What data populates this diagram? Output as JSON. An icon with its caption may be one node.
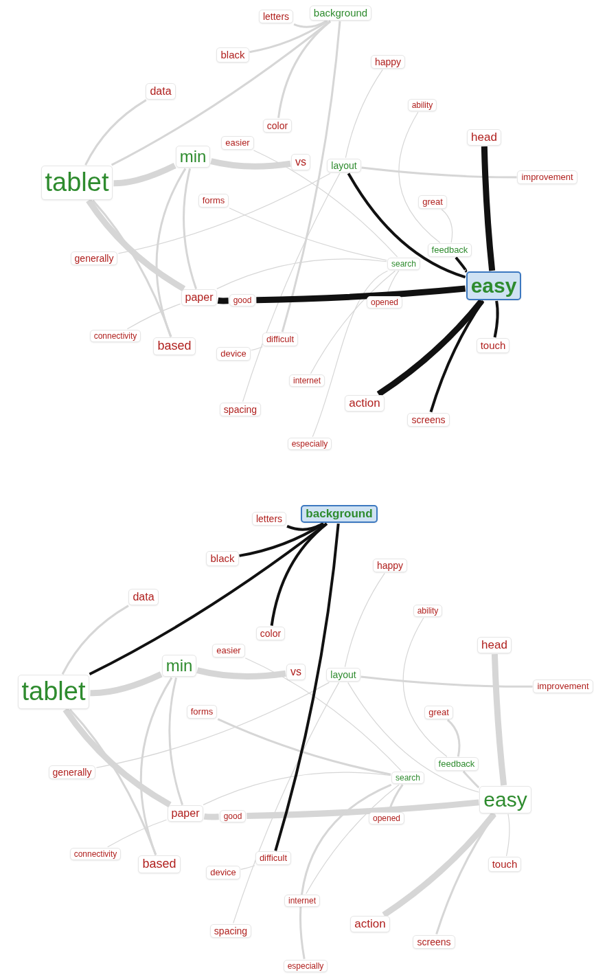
{
  "diagram": {
    "nodes": [
      {
        "text": [
          "letters"
        ]
      },
      {
        "text": [
          "background"
        ]
      },
      {
        "text": [
          "black"
        ]
      },
      {
        "text": [
          "happy"
        ]
      },
      {
        "text": [
          "data"
        ]
      },
      {
        "text": [
          "ability"
        ]
      },
      {
        "text": [
          "color"
        ]
      },
      {
        "text": [
          "easier"
        ]
      },
      {
        "text": [
          "min"
        ]
      },
      {
        "text": [
          "head"
        ]
      },
      {
        "text": [
          "tablet"
        ]
      },
      {
        "text": [
          "vs"
        ]
      },
      {
        "text": [
          "layout"
        ]
      },
      {
        "text": [
          "improvement"
        ]
      },
      {
        "text": [
          "forms"
        ]
      },
      {
        "text": [
          "great"
        ]
      },
      {
        "text": [
          "generally"
        ]
      },
      {
        "text": [
          "feedback"
        ]
      },
      {
        "text": [
          "search"
        ]
      },
      {
        "text": [
          "paper"
        ]
      },
      {
        "text": [
          "good"
        ]
      },
      {
        "text": [
          "opened"
        ]
      },
      {
        "text": [
          "easy"
        ]
      },
      {
        "text": [
          "connectivity"
        ]
      },
      {
        "text": [
          "based"
        ]
      },
      {
        "text": [
          "difficult"
        ]
      },
      {
        "text": [
          "touch"
        ]
      },
      {
        "text": [
          "device"
        ]
      },
      {
        "text": [
          "internet"
        ]
      },
      {
        "text": [
          "action"
        ]
      },
      {
        "text": [
          "spacing"
        ]
      },
      {
        "text": [
          "screens"
        ]
      },
      {
        "text": [
          "especially"
        ]
      },
      {
        "text": [
          "letters"
        ]
      },
      {
        "text": [
          "background"
        ]
      },
      {
        "text": [
          "black"
        ]
      },
      {
        "text": [
          "happy"
        ]
      },
      {
        "text": [
          "data"
        ]
      },
      {
        "text": [
          "ability"
        ]
      },
      {
        "text": [
          "color"
        ]
      },
      {
        "text": [
          "easier"
        ]
      },
      {
        "text": [
          "min"
        ]
      },
      {
        "text": [
          "head"
        ]
      },
      {
        "text": [
          "tablet"
        ]
      },
      {
        "text": [
          "vs"
        ]
      },
      {
        "text": [
          "layout"
        ]
      },
      {
        "text": [
          "improvement"
        ]
      },
      {
        "text": [
          "forms"
        ]
      },
      {
        "text": [
          "great"
        ]
      },
      {
        "text": [
          "generally"
        ]
      },
      {
        "text": [
          "feedback"
        ]
      },
      {
        "text": [
          "search"
        ]
      },
      {
        "text": [
          "paper"
        ]
      },
      {
        "text": [
          "good"
        ]
      },
      {
        "text": [
          "opened"
        ]
      },
      {
        "text": [
          "easy"
        ]
      },
      {
        "text": [
          "connectivity"
        ]
      },
      {
        "text": [
          "based"
        ]
      },
      {
        "text": [
          "difficult"
        ]
      },
      {
        "text": [
          "touch"
        ]
      },
      {
        "text": [
          "device"
        ]
      },
      {
        "text": [
          "internet"
        ]
      },
      {
        "text": [
          "action"
        ]
      },
      {
        "text": [
          "spacing"
        ]
      },
      {
        "text": [
          "screens"
        ]
      },
      {
        "text": [
          "especially"
        ]
      }
    ],
    "edges": [
      {
        "from": 10,
        "to": 8,
        "arrow": "none",
        "style": "thick"
      },
      {
        "from": 8,
        "to": 11,
        "arrow": "none",
        "style": "thick"
      },
      {
        "from": 10,
        "to": 4,
        "arrow": "none"
      },
      {
        "from": 10,
        "to": 1,
        "arrow": "none"
      },
      {
        "from": 10,
        "to": 19,
        "arrow": "none",
        "style": "thick"
      },
      {
        "from": 10,
        "to": 24,
        "arrow": "none"
      },
      {
        "from": 8,
        "to": 19,
        "arrow": "none"
      },
      {
        "from": 8,
        "to": 24,
        "arrow": "none"
      },
      {
        "from": 0,
        "to": 1,
        "arrow": "none"
      },
      {
        "from": 2,
        "to": 1,
        "arrow": "none"
      },
      {
        "from": 6,
        "to": 1,
        "arrow": "none"
      },
      {
        "from": 1,
        "to": 25,
        "arrow": "none"
      },
      {
        "from": 3,
        "to": 12,
        "arrow": "none"
      },
      {
        "from": 12,
        "to": 30,
        "arrow": "none"
      },
      {
        "from": 5,
        "to": 17,
        "arrow": "none"
      },
      {
        "from": 15,
        "to": 17,
        "arrow": "none"
      },
      {
        "from": 12,
        "to": 13,
        "arrow": "none"
      },
      {
        "from": 9,
        "to": 22,
        "arrow": "none",
        "style": "thick",
        "color": "#111111"
      },
      {
        "from": 12,
        "to": 22,
        "arrow": "none",
        "color": "#111111"
      },
      {
        "from": 16,
        "to": 12,
        "arrow": "none"
      },
      {
        "from": 7,
        "to": 18,
        "arrow": "none"
      },
      {
        "from": 14,
        "to": 18,
        "arrow": "none"
      },
      {
        "from": 19,
        "to": 20,
        "arrow": "none",
        "style": "thick",
        "color": "#111111"
      },
      {
        "from": 20,
        "to": 22,
        "arrow": "none",
        "style": "thick",
        "color": "#111111"
      },
      {
        "from": 23,
        "to": 19,
        "arrow": "none"
      },
      {
        "from": 28,
        "to": 18,
        "arrow": "none"
      },
      {
        "from": 32,
        "to": 18,
        "arrow": "none"
      },
      {
        "from": 22,
        "to": 29,
        "arrow": "none",
        "style": "thick",
        "color": "#111111"
      },
      {
        "from": 22,
        "to": 31,
        "arrow": "none",
        "color": "#111111"
      },
      {
        "from": 22,
        "to": 26,
        "arrow": "none",
        "color": "#111111"
      },
      {
        "from": 27,
        "to": 25,
        "arrow": "none"
      },
      {
        "from": 19,
        "to": 18,
        "arrow": "none"
      },
      {
        "from": 21,
        "to": 18,
        "arrow": "none"
      },
      {
        "from": 17,
        "to": 22,
        "arrow": "none",
        "color": "#111111"
      },
      {
        "from": 43,
        "to": 41,
        "arrow": "none",
        "style": "thick"
      },
      {
        "from": 41,
        "to": 44,
        "arrow": "none",
        "style": "thick"
      },
      {
        "from": 43,
        "to": 37,
        "arrow": "none"
      },
      {
        "from": 43,
        "to": 34,
        "arrow": "none",
        "color": "#111111"
      },
      {
        "from": 43,
        "to": 52,
        "arrow": "none",
        "style": "thick"
      },
      {
        "from": 43,
        "to": 57,
        "arrow": "none"
      },
      {
        "from": 41,
        "to": 52,
        "arrow": "none"
      },
      {
        "from": 41,
        "to": 57,
        "arrow": "none"
      },
      {
        "from": 33,
        "to": 34,
        "arrow": "none",
        "color": "#111111"
      },
      {
        "from": 35,
        "to": 34,
        "arrow": "none",
        "color": "#111111"
      },
      {
        "from": 39,
        "to": 34,
        "arrow": "none",
        "color": "#111111"
      },
      {
        "from": 34,
        "to": 58,
        "arrow": "none",
        "color": "#111111"
      },
      {
        "from": 36,
        "to": 45,
        "arrow": "none"
      },
      {
        "from": 45,
        "to": 63,
        "arrow": "none"
      },
      {
        "from": 38,
        "to": 50,
        "arrow": "none"
      },
      {
        "from": 48,
        "to": 50,
        "arrow": "none"
      },
      {
        "from": 45,
        "to": 46,
        "arrow": "none"
      },
      {
        "from": 42,
        "to": 55,
        "arrow": "none",
        "style": "thick"
      },
      {
        "from": 45,
        "to": 55,
        "arrow": "none"
      },
      {
        "from": 49,
        "to": 45,
        "arrow": "none"
      },
      {
        "from": 40,
        "to": 51,
        "arrow": "none"
      },
      {
        "from": 47,
        "to": 51,
        "arrow": "none"
      },
      {
        "from": 52,
        "to": 53,
        "arrow": "none",
        "style": "thick"
      },
      {
        "from": 53,
        "to": 55,
        "arrow": "none",
        "style": "thick"
      },
      {
        "from": 56,
        "to": 52,
        "arrow": "none"
      },
      {
        "from": 61,
        "to": 51,
        "arrow": "none"
      },
      {
        "from": 65,
        "to": 51,
        "arrow": "none"
      },
      {
        "from": 55,
        "to": 62,
        "arrow": "none",
        "style": "thick"
      },
      {
        "from": 55,
        "to": 64,
        "arrow": "none"
      },
      {
        "from": 55,
        "to": 59,
        "arrow": "none"
      },
      {
        "from": 60,
        "to": 58,
        "arrow": "none"
      },
      {
        "from": 52,
        "to": 51,
        "arrow": "none"
      },
      {
        "from": 54,
        "to": 51,
        "arrow": "none"
      },
      {
        "from": 50,
        "to": 55,
        "arrow": "none"
      }
    ]
  }
}
